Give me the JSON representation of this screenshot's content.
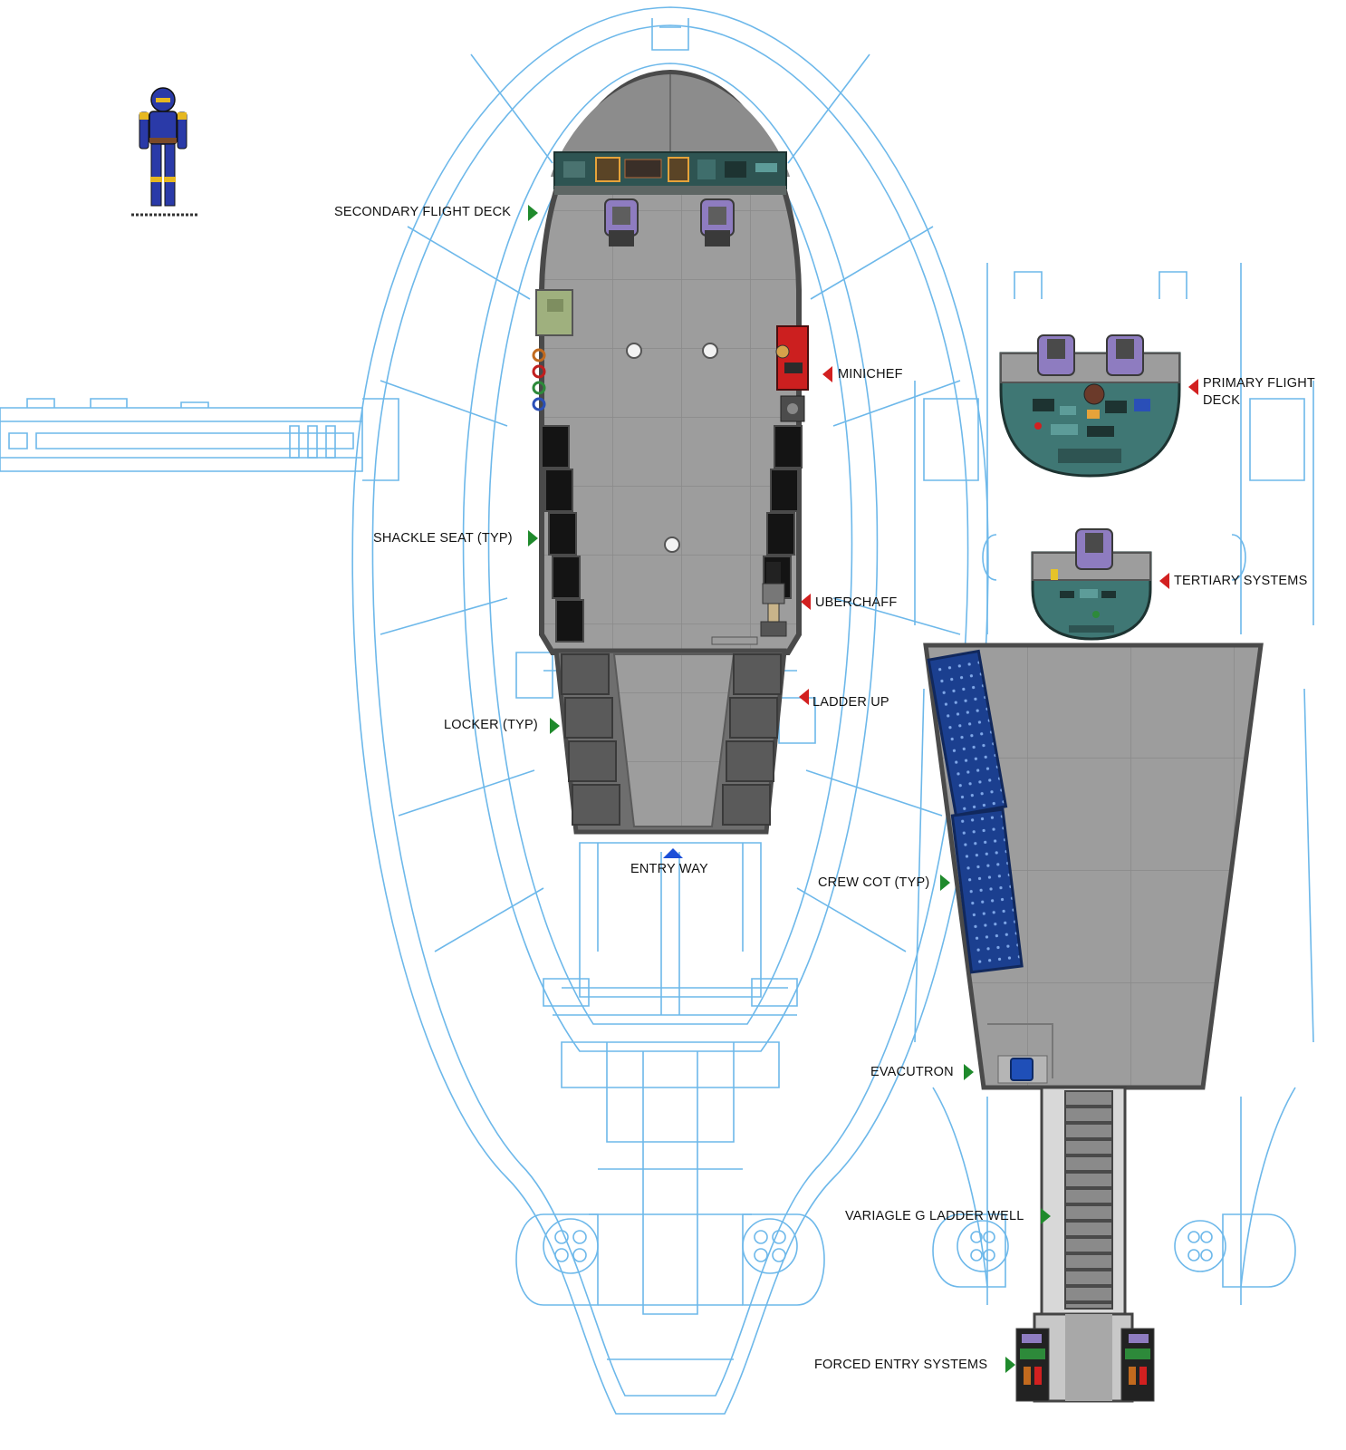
{
  "labels": {
    "secondary_flight_deck": "SECONDARY FLIGHT DECK",
    "minichef": "MINICHEF",
    "shackle_seat": "SHACKLE SEAT (TYP)",
    "uberchaff": "UBERCHAFF",
    "ladder_up": "LADDER UP",
    "locker": "LOCKER (TYP)",
    "entry_way": "ENTRY WAY",
    "primary_flight_deck_1": "PRIMARY FLIGHT",
    "primary_flight_deck_2": "DECK",
    "tertiary_systems": "TERTIARY SYSTEMS",
    "crew_cot": "CREW COT (TYP)",
    "evacutron": "EVACUTRON",
    "variagle_g_ladder_well": "VARIAGLE G LADDER WELL",
    "forced_entry_systems": "FORCED ENTRY SYSTEMS"
  },
  "colors": {
    "blueprint": "#6db8ea",
    "deck_floor": "#9c9c9c",
    "deck_edge": "#4a4a4a",
    "cockpit_teal": "#3f7774",
    "seat_purple": "#8e7cc0",
    "cot_blue": "#1b3f8f",
    "minichef_red": "#cc1f1f",
    "pointer_green": "#1f8a2c",
    "pointer_red": "#d22020",
    "pointer_blue": "#1a4fd8"
  }
}
